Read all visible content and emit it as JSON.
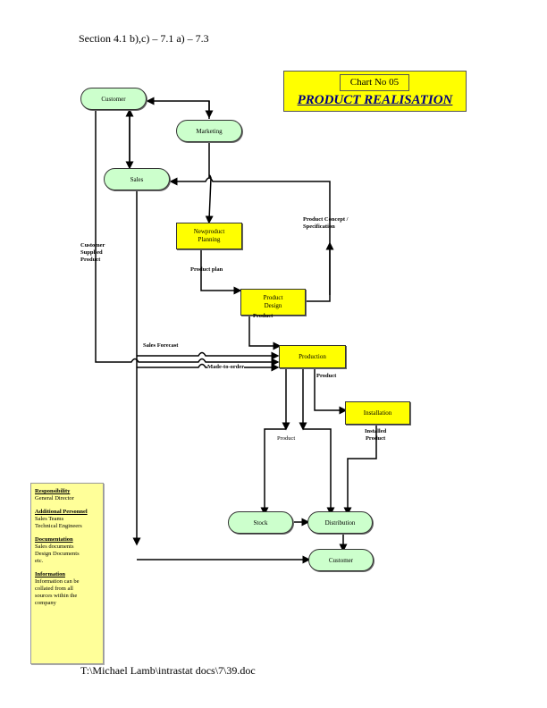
{
  "header": {
    "section_ref": "Section 4.1 b),c) – 7.1 a) – 7.3"
  },
  "title_box": {
    "chart_no": "Chart No 05",
    "title": "PRODUCT REALISATION"
  },
  "nodes": {
    "customer_top": "Customer",
    "marketing": "Marketing",
    "sales": "Sales",
    "newproduct_planning": [
      "Newproduct",
      "Planning"
    ],
    "product_design": [
      "Product",
      "Design"
    ],
    "production": "Production",
    "installation": "Installation",
    "stock": "Stock",
    "distribution": "Distribution",
    "customer_bottom": "Customer"
  },
  "edge_labels": {
    "customer_supplied_product": [
      "Customer",
      "Supplied",
      "Product"
    ],
    "product_plan": "Product plan",
    "product_concept": [
      "Product Concept /",
      "Specification"
    ],
    "product_under_design": "Product",
    "sales_forecast": "Sales Forecast",
    "made_to_order": "Made-to-order",
    "product_from_production": "Product",
    "product_split": "Product",
    "installed_product": [
      "Installed",
      "Product"
    ]
  },
  "legend": {
    "sections": [
      {
        "heading": "Responsibility",
        "lines": [
          "General Director"
        ]
      },
      {
        "heading": "Additional Personnel",
        "lines": [
          "Sales Teams",
          "Technical Engineers"
        ]
      },
      {
        "heading": "Documentation",
        "lines": [
          "Sales documents",
          "Design Documents",
          "etc."
        ]
      },
      {
        "heading": "Information",
        "lines": [
          "Information can be",
          "collated from all",
          "sources within the",
          "company"
        ]
      }
    ]
  },
  "colors": {
    "pill_fill": "#ccffcc",
    "process_fill": "#ffff00",
    "legend_fill": "#ffff99",
    "title_color": "#000080"
  },
  "footer": {
    "file_path": "T:\\Michael Lamb\\intrastat docs\\7\\39.doc"
  }
}
